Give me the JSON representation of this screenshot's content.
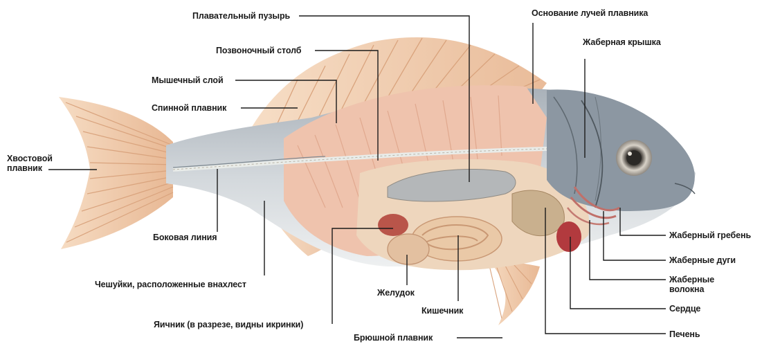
{
  "labels": {
    "swim_bladder": "Плавательный пузырь",
    "fin_ray_base": "Основание лучей плавника",
    "spine": "Позвоночный столб",
    "gill_cover": "Жаберная крышка",
    "muscle_layer": "Мышечный слой",
    "dorsal_fin": "Спинной плавник",
    "tail_fin": "Хвостовой плавник",
    "lateral_line": "Боковая линия",
    "scales": "Чешуйки, расположенные внахлест",
    "stomach": "Желудок",
    "intestine": "Кишечник",
    "ovary": "Яичник (в разрезе, видны икринки)",
    "pelvic_fin": "Брюшной плавник",
    "gill_rakers": "Жаберный гребень",
    "gill_arches": "Жаберные дуги",
    "gill_filaments": "Жаберные волокна",
    "heart": "Сердце",
    "liver": "Печень"
  },
  "colors": {
    "body_silver": "#b9c0c6",
    "muscle": "#efc3ad",
    "fin": "#f0c9a4",
    "organ": "#e6c9a8",
    "ovary": "#b9554a",
    "heart": "#b23a3e",
    "head": "#8c97a2"
  }
}
